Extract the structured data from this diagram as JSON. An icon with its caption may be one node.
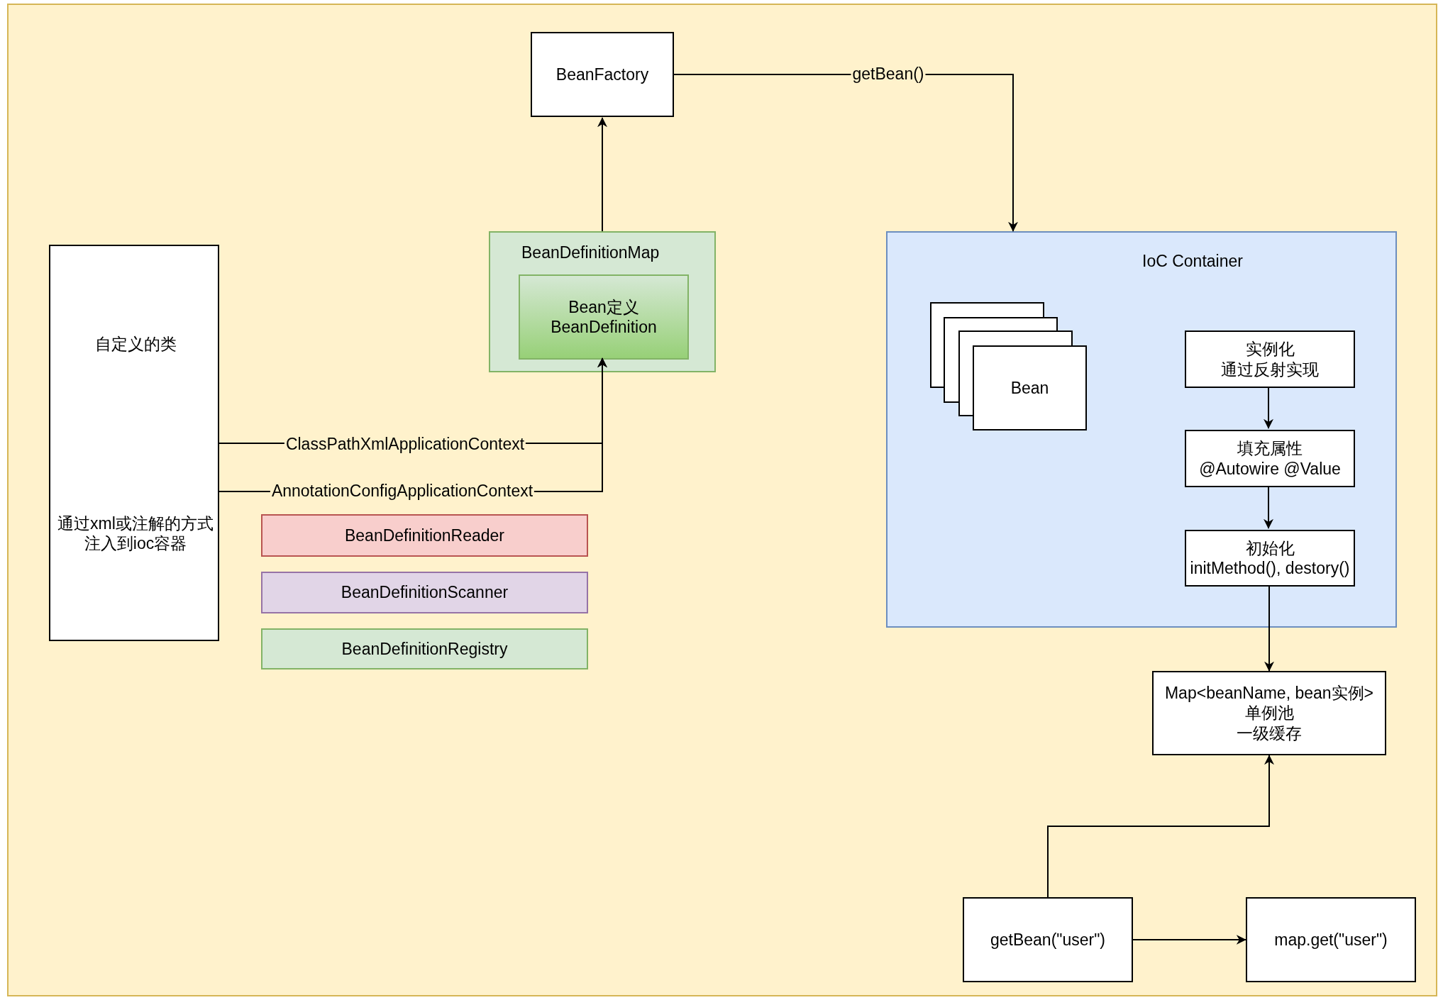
{
  "diagram": {
    "nodes": [
      {
        "text": [
          "BeanFactory"
        ]
      },
      {
        "text": [
          "BeanDefinitionMap"
        ]
      },
      {
        "text": [
          "Bean定义",
          "BeanDefinition"
        ],
        "in": 1
      },
      {
        "text": [
          "自定义的类",
          "通过xml或注解的方式注入到ioc容器"
        ]
      },
      {
        "text": [
          "BeanDefinitionReader"
        ]
      },
      {
        "text": [
          "BeanDefinitionScanner"
        ]
      },
      {
        "text": [
          "BeanDefinitionRegistry"
        ]
      },
      {
        "text": [
          "IoC Container"
        ]
      },
      {
        "text": [
          "Bean"
        ],
        "in": 7
      },
      {
        "text": [
          "实例化",
          "通过反射实现"
        ],
        "in": 7
      },
      {
        "text": [
          "填充属性",
          "@Autowire @Value"
        ],
        "in": 7
      },
      {
        "text": [
          "初始化",
          "initMethod(), destory()"
        ],
        "in": 7
      },
      {
        "text": [
          "Map<beanName, bean实例>",
          "单例池",
          "一级缓存"
        ]
      },
      {
        "text": [
          "getBean(\"user\")"
        ]
      },
      {
        "text": [
          "map.get(\"user\")"
        ]
      }
    ],
    "edges": [
      {
        "from": 1,
        "to": 0,
        "arrow": "to"
      },
      {
        "from": 0,
        "to": 7,
        "arrow": "to",
        "label": "getBean()"
      },
      {
        "from": 3,
        "to": 2,
        "arrow": "to",
        "label": "ClassPathXmlApplicationContext"
      },
      {
        "from": 3,
        "to": 2,
        "arrow": "to",
        "label": "AnnotationConfigApplicationContext"
      },
      {
        "from": 9,
        "to": 10,
        "arrow": "to"
      },
      {
        "from": 10,
        "to": 11,
        "arrow": "to"
      },
      {
        "from": 11,
        "to": 12,
        "arrow": "to"
      },
      {
        "from": 13,
        "to": 12,
        "arrow": "to"
      },
      {
        "from": 13,
        "to": 14,
        "arrow": "to"
      }
    ]
  }
}
